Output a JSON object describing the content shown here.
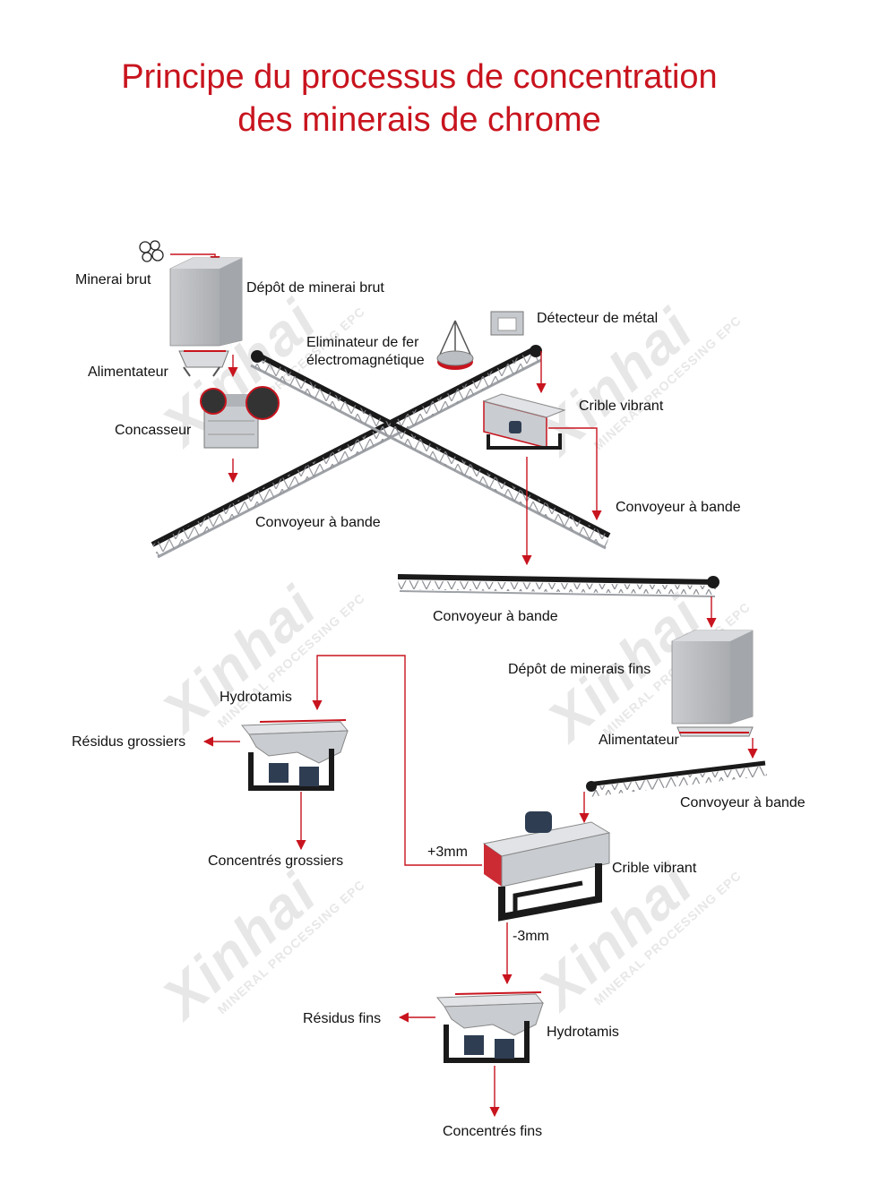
{
  "title": {
    "line1": "Principe du processus de concentration",
    "line2": "des minerais de chrome"
  },
  "watermark": {
    "brand": "Xinhai",
    "tagline": "MINERAL PROCESSING EPC"
  },
  "labels": {
    "raw_ore": "Minerai brut",
    "raw_ore_bin": "Dépôt de minerai brut",
    "feeder_1": "Alimentateur",
    "crusher": "Concasseur",
    "belt_1": "Convoyeur à bande",
    "magnet": "Eliminateur de fer\nélectromagnétique",
    "metal_detector": "Détecteur de métal",
    "screen_1": "Crible vibrant",
    "belt_2": "Convoyeur à bande",
    "belt_3": "Convoyeur à bande",
    "fine_ore_bin": "Dépôt de minerais fins",
    "feeder_2": "Alimentateur",
    "belt_4": "Convoyeur à bande",
    "jig_1": "Hydrotamis",
    "coarse_tailings": "Résidus grossiers",
    "coarse_concentrate": "Concentrés grossiers",
    "plus_3mm": "+3mm",
    "screen_2": "Crible vibrant",
    "minus_3mm": "-3mm",
    "fine_tailings": "Résidus fins",
    "jig_2": "Hydrotamis",
    "fine_concentrate": "Concentrés fins"
  },
  "colors": {
    "accent": "#c8141e",
    "flow_arrow": "#c8141e",
    "equipment": "#b8bcc2",
    "frame": "#1a1a1a"
  }
}
